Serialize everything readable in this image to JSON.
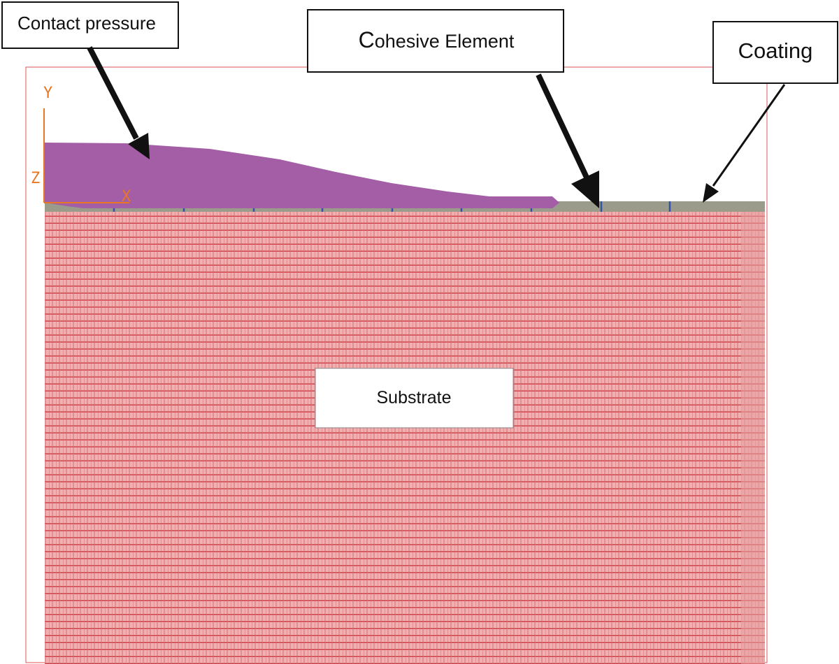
{
  "labels": {
    "contact_pressure": "Contact pressure",
    "cohesive_element_initial": "C",
    "cohesive_element_rest": "ohesive Element",
    "coating": "Coating",
    "substrate": "Substrate"
  },
  "axes": {
    "y": "Y",
    "x": "X",
    "z": "Z"
  },
  "colors": {
    "substrate_fill": "#e9a3a3",
    "substrate_grid": "#c8343c",
    "pressure_fill": "#a35ea6",
    "coating_fill": "#9a9b8a",
    "cohesive_mark": "#3552a8",
    "triad": "#e87722",
    "frame": "#e0555a",
    "arrow": "#111111"
  }
}
